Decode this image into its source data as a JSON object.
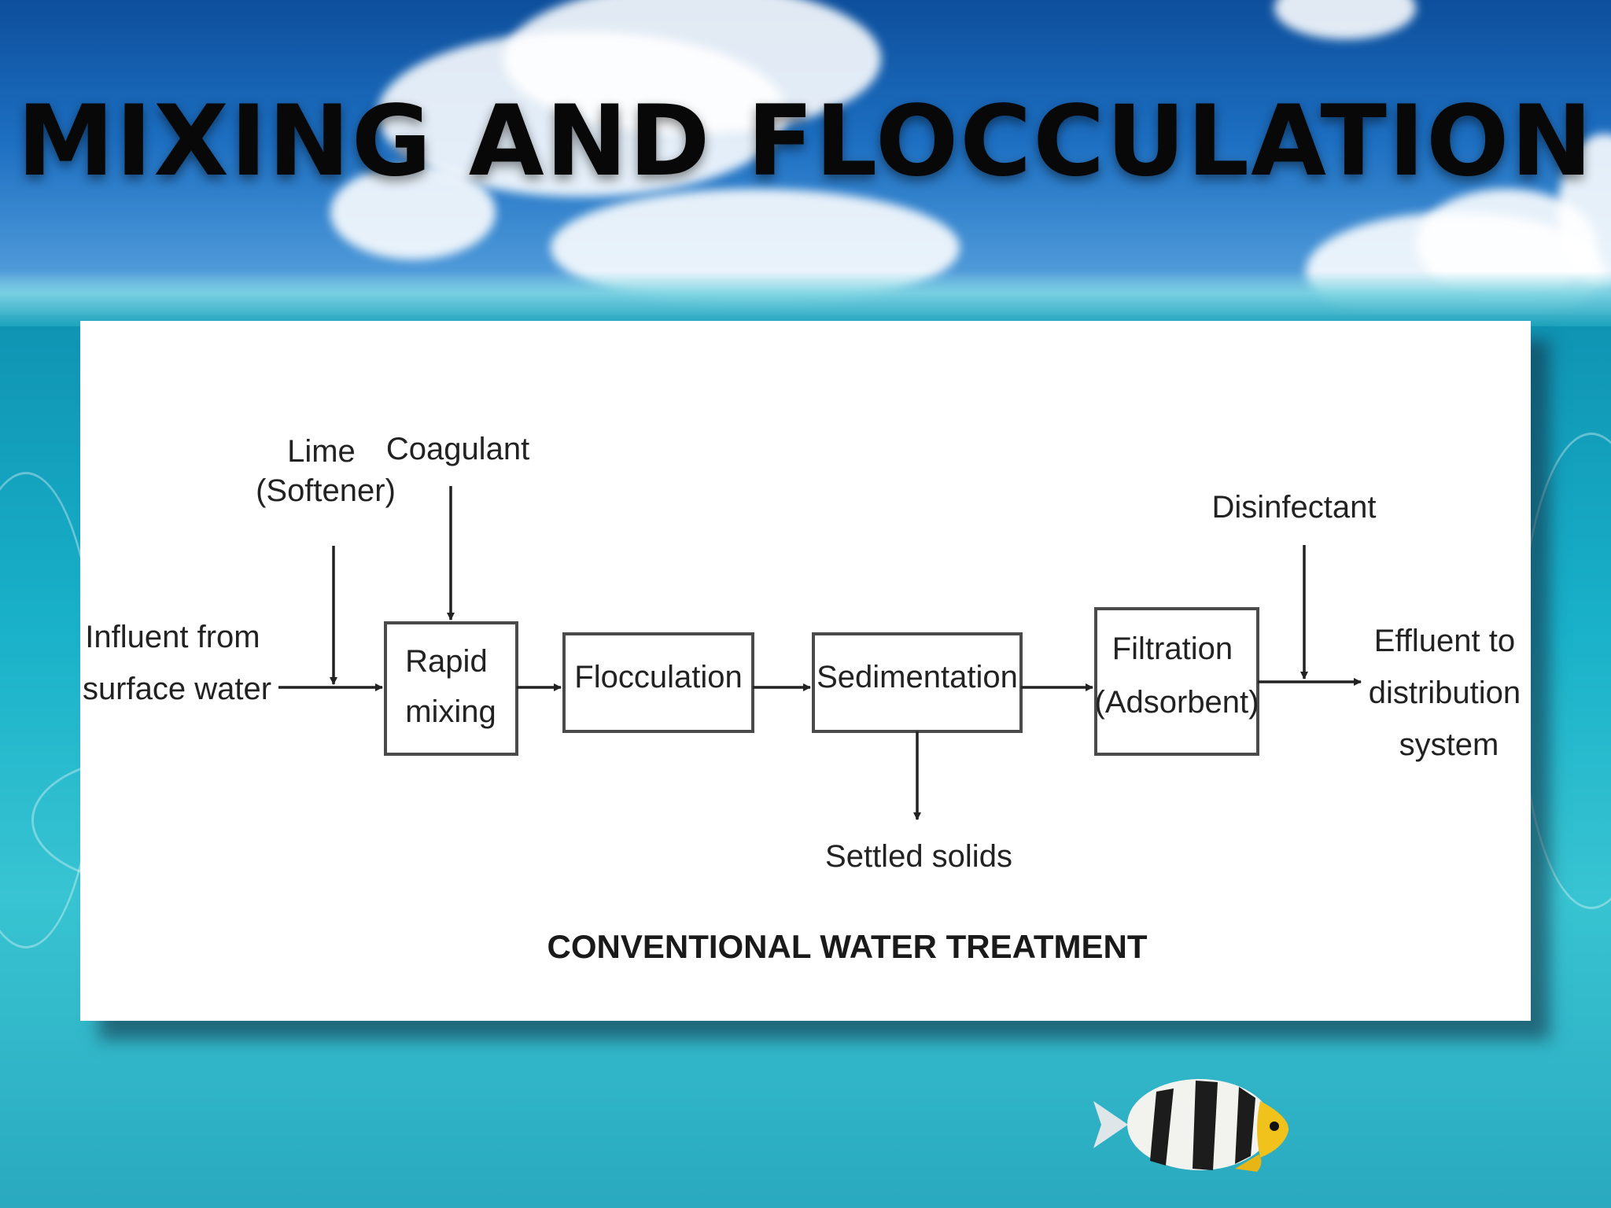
{
  "slide": {
    "title": "MIXING AND FLOCCULATION"
  },
  "diagram": {
    "caption": "CONVENTIONAL WATER TREATMENT",
    "input": {
      "lines": [
        "Influent from",
        "surface water"
      ]
    },
    "additives": {
      "lime": [
        "Lime",
        "(Softener)"
      ],
      "coagulant": [
        "Coagulant"
      ],
      "disinfectant": [
        "Disinfectant"
      ]
    },
    "processes": [
      {
        "lines": [
          "Rapid",
          "mixing"
        ]
      },
      {
        "lines": [
          "Flocculation"
        ]
      },
      {
        "lines": [
          "Sedimentation"
        ]
      },
      {
        "lines": [
          "Filtration",
          "(Adsorbent)"
        ]
      }
    ],
    "byproduct": {
      "lines": [
        "Settled solids"
      ]
    },
    "output": {
      "lines": [
        "Effluent to",
        "distribution",
        "system"
      ]
    }
  }
}
